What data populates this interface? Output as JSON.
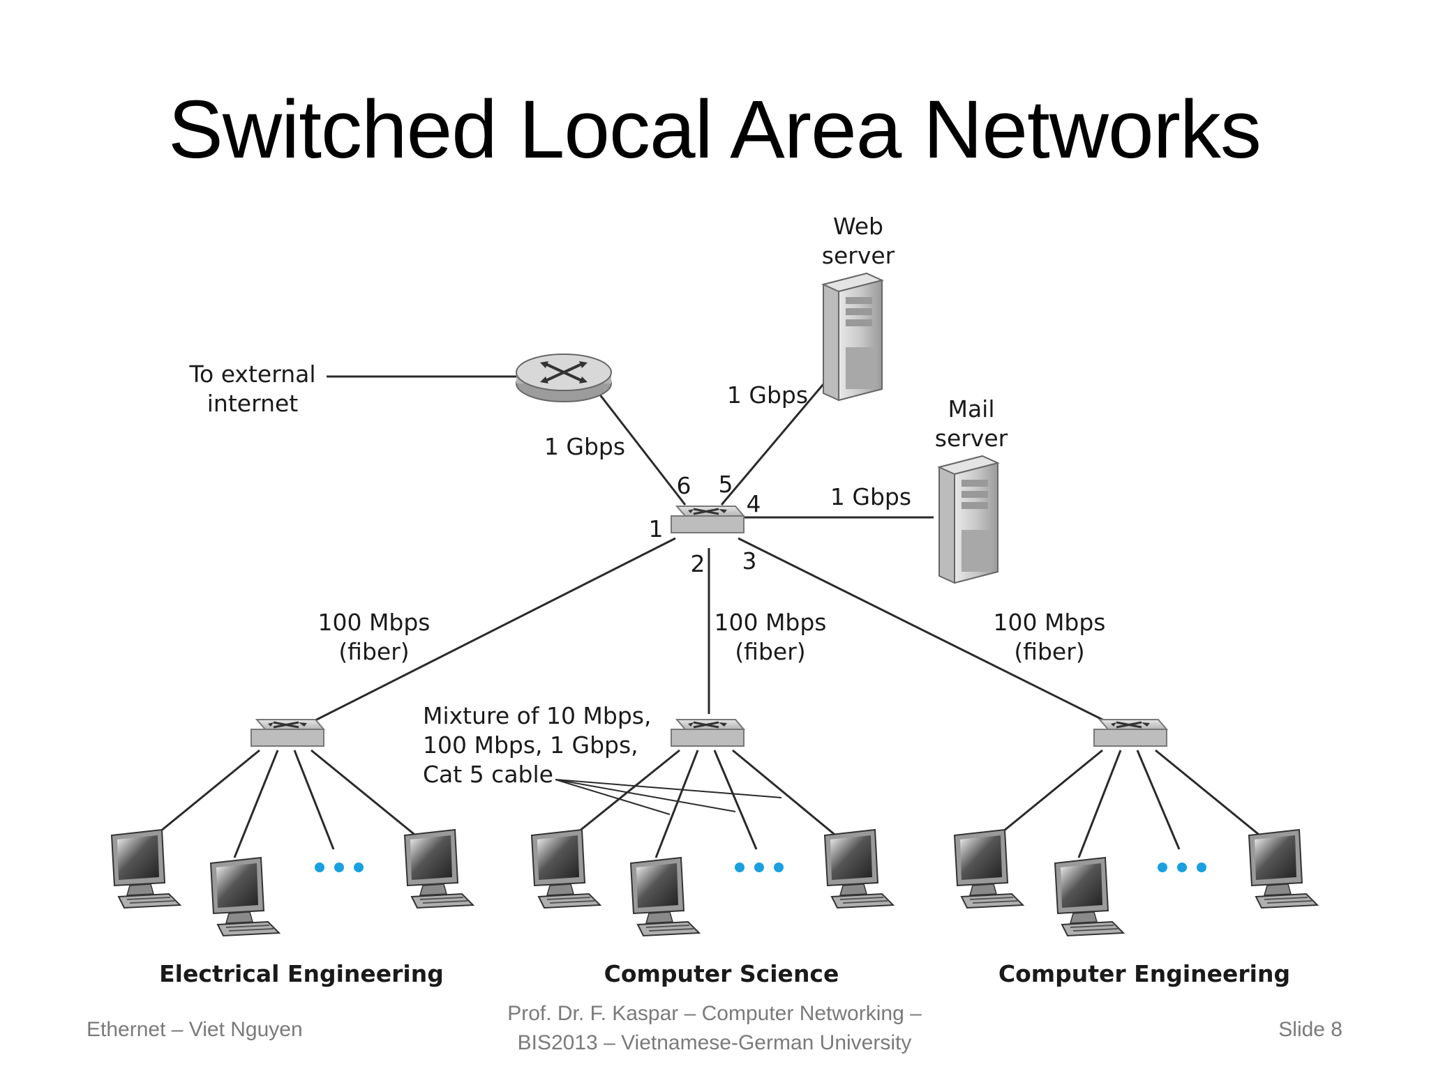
{
  "slide": {
    "title": "Switched Local Area Networks"
  },
  "diagram": {
    "external_label_line1": "To external",
    "external_label_line2": "internet",
    "web_server_line1": "Web",
    "web_server_line2": "server",
    "mail_server_line1": "Mail",
    "mail_server_line2": "server",
    "link_router": "1 Gbps",
    "link_web": "1 Gbps",
    "link_mail": "1 Gbps",
    "ports": {
      "p1": "1",
      "p2": "2",
      "p3": "3",
      "p4": "4",
      "p5": "5",
      "p6": "6"
    },
    "fiber_speed": "100 Mbps",
    "fiber_type": "(fiber)",
    "mixture_line1": "Mixture of 10 Mbps,",
    "mixture_line2": "100 Mbps, 1 Gbps,",
    "mixture_line3": "Cat 5 cable",
    "departments": [
      "Electrical Engineering",
      "Computer Science",
      "Computer Engineering"
    ]
  },
  "footer": {
    "left": "Ethernet – Viet Nguyen",
    "center_line1": "Prof. Dr. F. Kaspar – Computer Networking –",
    "center_line2": "BIS2013 – Vietnamese-German University",
    "right": "Slide 8"
  },
  "colors": {
    "line": "#2a2a2a",
    "device_gray": "#c8c8c8",
    "dots": "#1aa0e0"
  }
}
